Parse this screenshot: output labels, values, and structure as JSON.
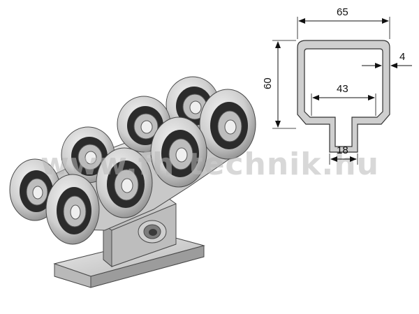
{
  "figure": {
    "subject": "cantilever gate carriage with rollers and C-profile rail section",
    "colors": {
      "background": "#ffffff",
      "metal_light": "#e6e6e6",
      "metal_mid": "#c4c4c4",
      "metal_dark": "#8e8e8e",
      "bearing_dark": "#2b2b2b",
      "outline": "#4a4a4a",
      "profile_fill": "#cfcfcf",
      "dimension_line": "#111111",
      "watermark": "#b8b8b8"
    }
  },
  "dimensions": {
    "width": "65",
    "height": "60",
    "wall_thickness": "4",
    "inner_width": "43",
    "slot_opening": "18"
  },
  "watermark": {
    "text": "www.fh-technik.hu"
  }
}
